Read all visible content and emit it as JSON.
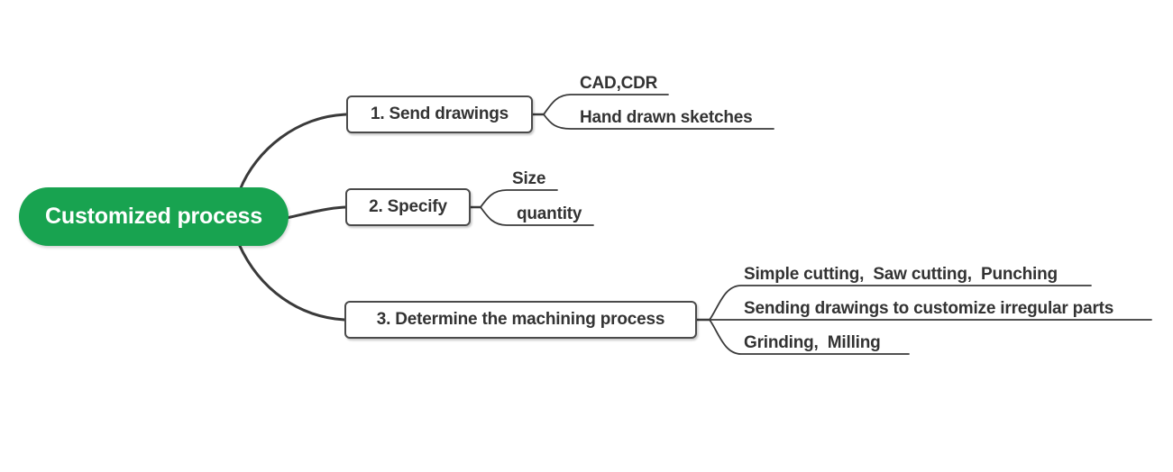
{
  "root": {
    "label": "Customized process"
  },
  "branches": [
    {
      "label": "1. Send drawings",
      "children": [
        {
          "label": "CAD,CDR"
        },
        {
          "label": "Hand drawn sketches"
        }
      ]
    },
    {
      "label": "2. Specify",
      "children": [
        {
          "label": "Size"
        },
        {
          "label": "quantity"
        }
      ]
    },
    {
      "label": "3. Determine the machining process",
      "children": [
        {
          "label": "Simple cutting,  Saw cutting,  Punching"
        },
        {
          "label": "Sending drawings to customize irregular parts"
        },
        {
          "label": "Grinding,  Milling"
        }
      ]
    }
  ],
  "colors": {
    "canvas_bg": "#FFFFFF",
    "root_bg": "#18A350",
    "root_text": "#FFFFFF",
    "node_border": "#4A4A4A",
    "node_text": "#333333",
    "line": "#3A3A3A"
  }
}
